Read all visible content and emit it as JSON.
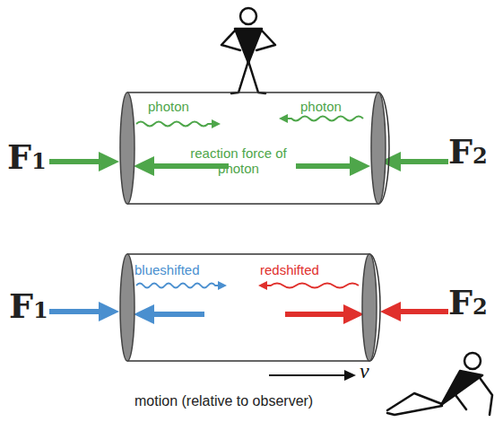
{
  "diagram": {
    "nodes": [
      {
        "text": [
          "photon",
          "photon",
          "reaction force of photon"
        ]
      },
      {
        "text": [
          "blueshifted",
          "redshifted"
        ]
      }
    ],
    "labels": [
      "F1",
      "F2",
      "F1",
      "F2",
      "v",
      "motion (relative to observer)"
    ]
  }
}
